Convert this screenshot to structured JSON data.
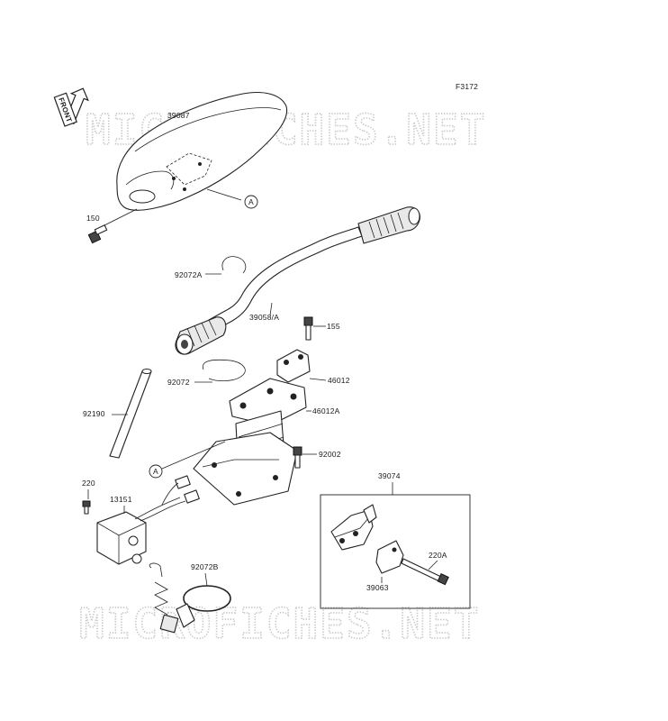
{
  "figure_code": "F3172",
  "front_label": "FRONT",
  "watermark": "MICROFICHES.NET",
  "ref_marker": "A",
  "parts": {
    "p39087": "39087",
    "p150": "150",
    "p92072A": "92072A",
    "p39058A": "39058/A",
    "p155": "155",
    "p46012": "46012",
    "p92072": "92072",
    "p46012A": "46012A",
    "p92190": "92190",
    "p92002": "92002",
    "p220": "220",
    "p13151": "13151",
    "p39074": "39074",
    "p220A": "220A",
    "p39063": "39063",
    "p92072B": "92072B"
  }
}
